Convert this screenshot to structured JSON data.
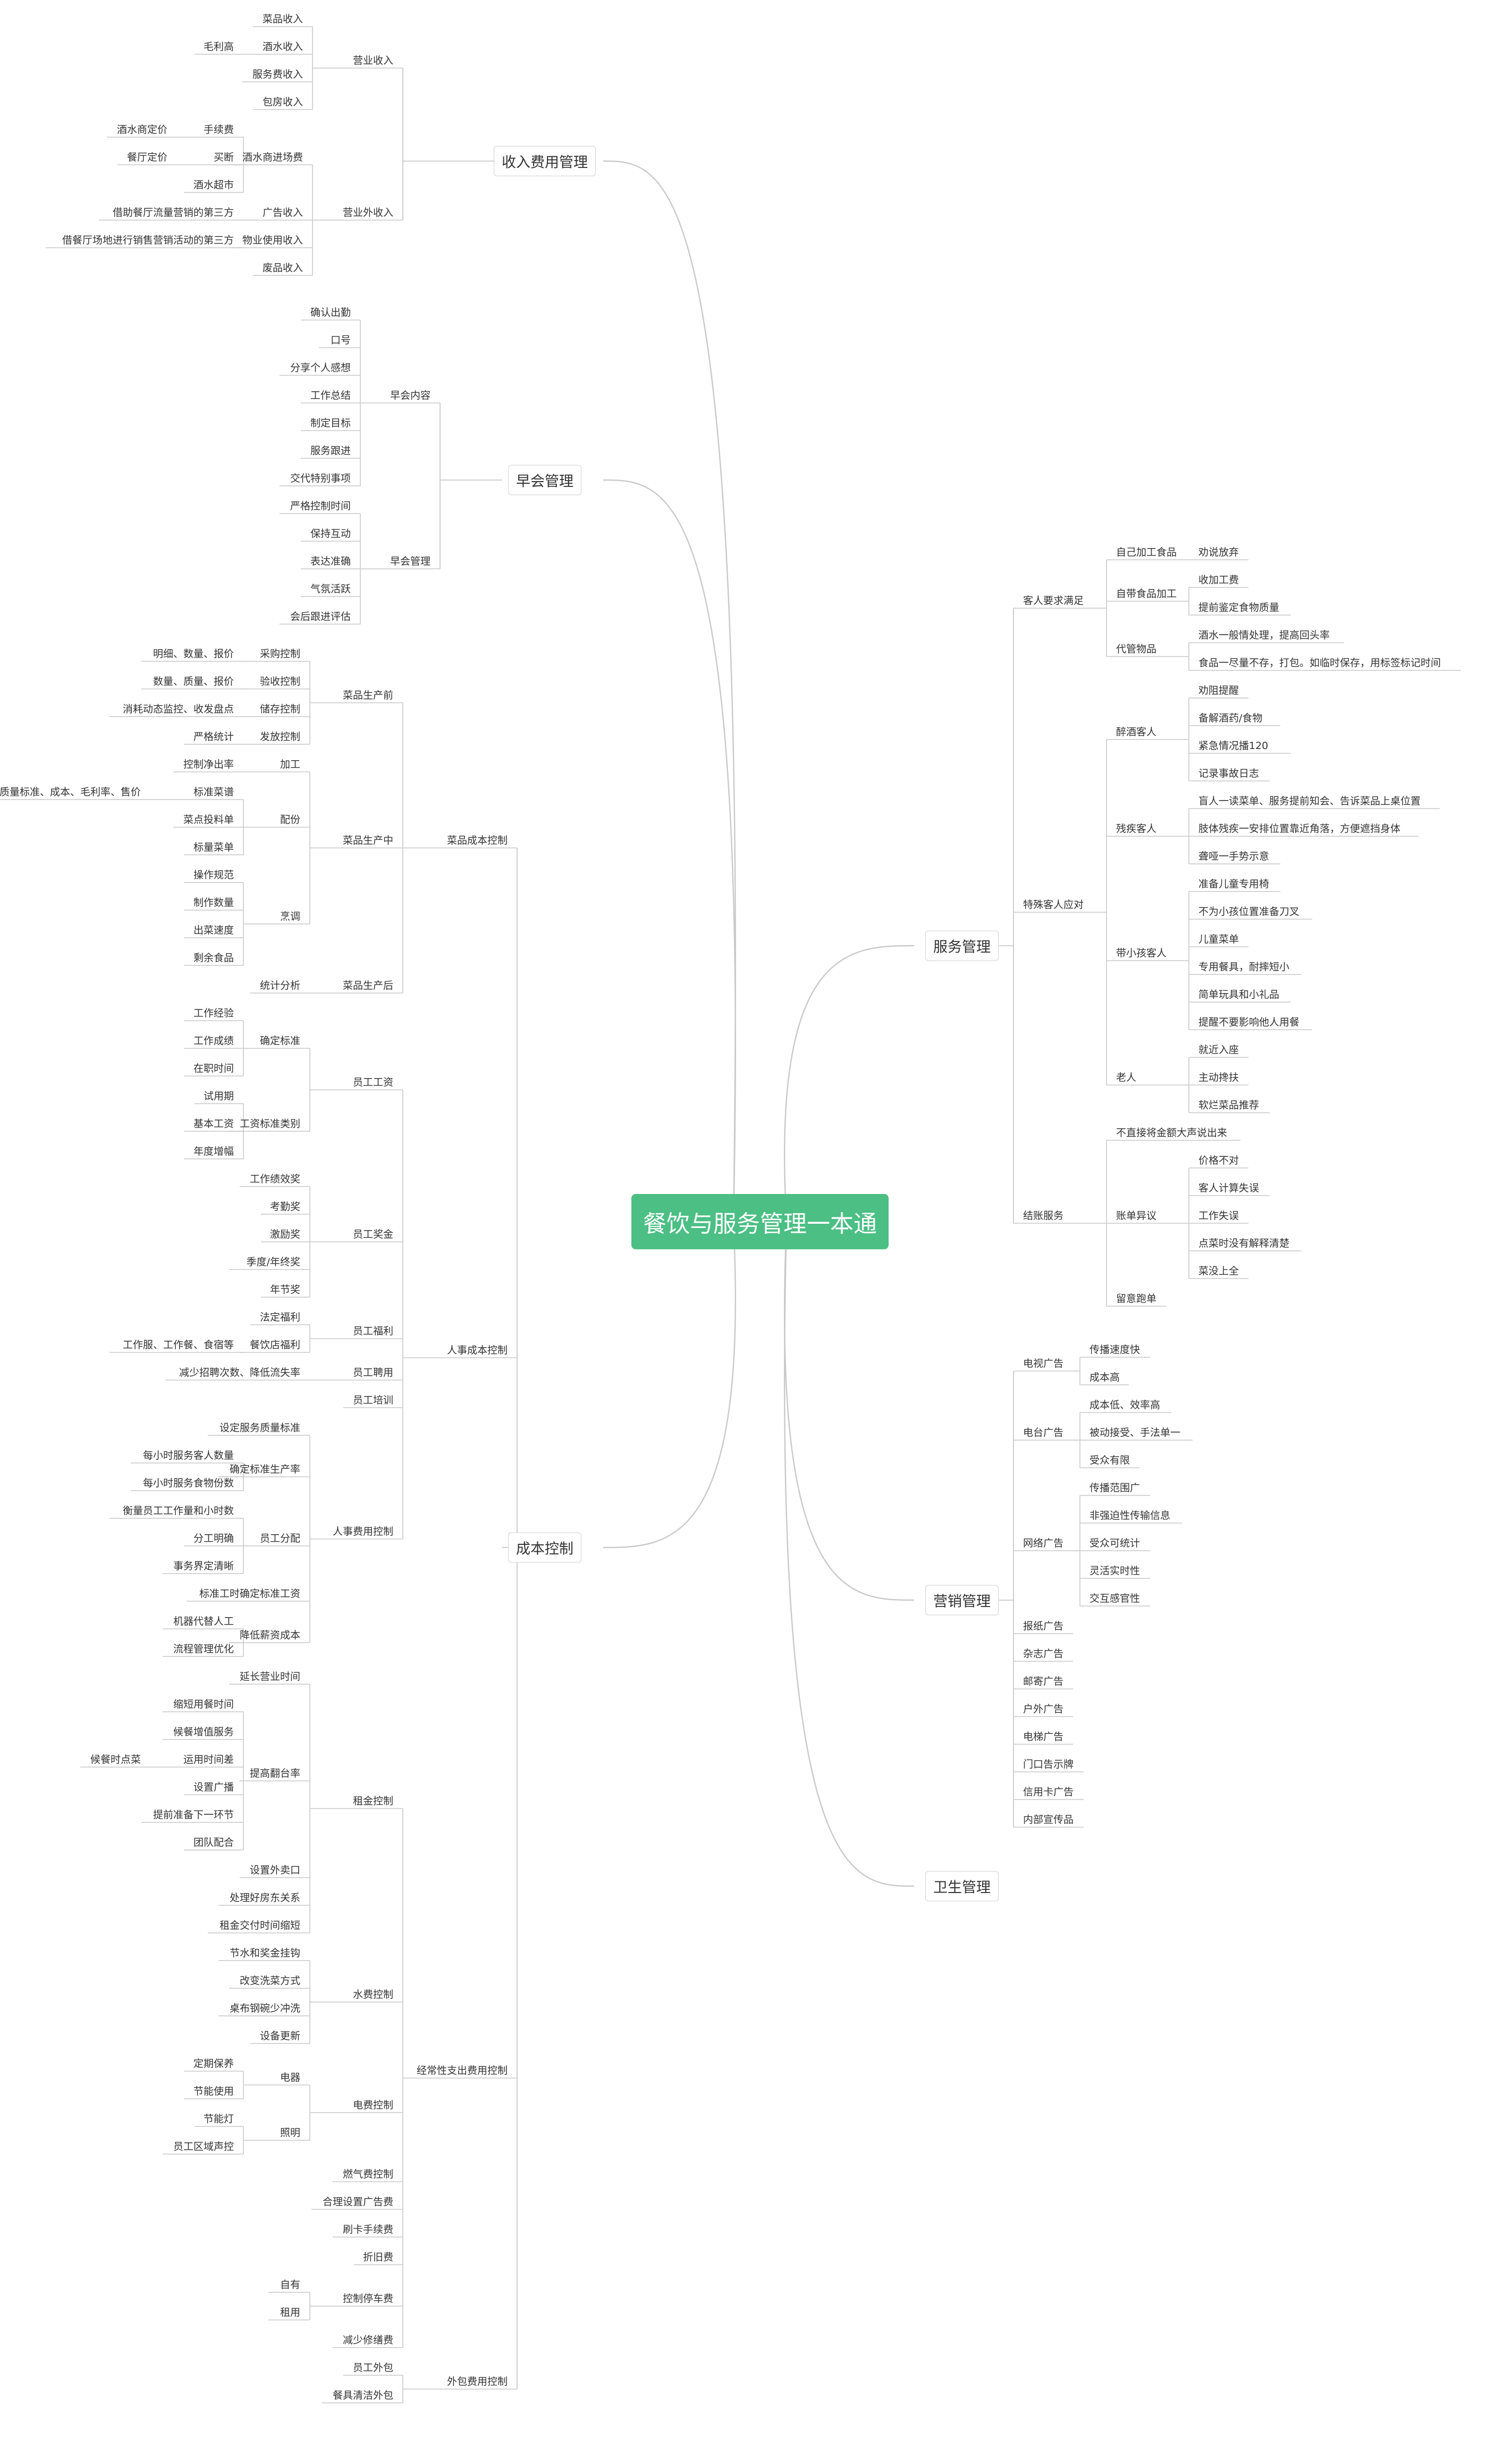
{
  "root": "餐饮与服务管理一本通",
  "branches": [
    {
      "label": "收入费用管理",
      "children": [
        {
          "label": "营业收入",
          "children": [
            {
              "label": "菜品收入"
            },
            {
              "label": "酒水收入",
              "children": [
                {
                  "label": "毛利高"
                }
              ]
            },
            {
              "label": "服务费收入"
            },
            {
              "label": "包房收入"
            }
          ]
        },
        {
          "label": "营业外收入",
          "children": [
            {
              "label": "酒水商进场费",
              "children": [
                {
                  "label": "手续费",
                  "children": [
                    {
                      "label": "酒水商定价"
                    }
                  ]
                },
                {
                  "label": "买断",
                  "children": [
                    {
                      "label": "餐厅定价"
                    }
                  ]
                },
                {
                  "label": "酒水超市"
                }
              ]
            },
            {
              "label": "广告收入",
              "children": [
                {
                  "label": "借助餐厅流量营销的第三方"
                }
              ]
            },
            {
              "label": "物业使用收入",
              "children": [
                {
                  "label": "借餐厅场地进行销售营销活动的第三方"
                }
              ]
            },
            {
              "label": "废品收入"
            }
          ]
        }
      ]
    },
    {
      "label": "早会管理",
      "children": [
        {
          "label": "早会内容",
          "children": [
            {
              "label": "确认出勤"
            },
            {
              "label": "口号"
            },
            {
              "label": "分享个人感想"
            },
            {
              "label": "工作总结"
            },
            {
              "label": "制定目标"
            },
            {
              "label": "服务跟进"
            },
            {
              "label": "交代特别事项"
            }
          ]
        },
        {
          "label": "早会管理",
          "children": [
            {
              "label": "严格控制时间"
            },
            {
              "label": "保持互动"
            },
            {
              "label": "表达准确"
            },
            {
              "label": "气氛活跃"
            },
            {
              "label": "会后跟进评估"
            }
          ]
        }
      ]
    },
    {
      "label": "成本控制",
      "children": [
        {
          "label": "菜品成本控制",
          "children": [
            {
              "label": "菜品生产前",
              "children": [
                {
                  "label": "采购控制",
                  "children": [
                    {
                      "label": "明细、数量、报价"
                    }
                  ]
                },
                {
                  "label": "验收控制",
                  "children": [
                    {
                      "label": "数量、质量、报价"
                    }
                  ]
                },
                {
                  "label": "储存控制",
                  "children": [
                    {
                      "label": "消耗动态监控、收发盘点"
                    }
                  ]
                },
                {
                  "label": "发放控制",
                  "children": [
                    {
                      "label": "严格统计"
                    }
                  ]
                }
              ]
            },
            {
              "label": "菜品生产中",
              "children": [
                {
                  "label": "加工",
                  "children": [
                    {
                      "label": "控制净出率"
                    }
                  ]
                },
                {
                  "label": "配份",
                  "children": [
                    {
                      "label": "标准菜谱",
                      "children": [
                        {
                          "label": "质量标准、成本、毛利率、售价"
                        }
                      ]
                    },
                    {
                      "label": "菜点投料单"
                    },
                    {
                      "label": "标量菜单"
                    }
                  ]
                },
                {
                  "label": "烹调",
                  "children": [
                    {
                      "label": "操作规范"
                    },
                    {
                      "label": "制作数量"
                    },
                    {
                      "label": "出菜速度"
                    },
                    {
                      "label": "剩余食品"
                    }
                  ]
                }
              ]
            },
            {
              "label": "菜品生产后",
              "children": [
                {
                  "label": "统计分析"
                }
              ]
            }
          ]
        },
        {
          "label": "人事成本控制",
          "children": [
            {
              "label": "员工工资",
              "children": [
                {
                  "label": "确定标准",
                  "children": [
                    {
                      "label": "工作经验"
                    },
                    {
                      "label": "工作成绩"
                    },
                    {
                      "label": "在职时间"
                    }
                  ]
                },
                {
                  "label": "工资标准类别",
                  "children": [
                    {
                      "label": "试用期"
                    },
                    {
                      "label": "基本工资"
                    },
                    {
                      "label": "年度增幅"
                    }
                  ]
                }
              ]
            },
            {
              "label": "员工奖金",
              "children": [
                {
                  "label": "工作绩效奖"
                },
                {
                  "label": "考勤奖"
                },
                {
                  "label": "激励奖"
                },
                {
                  "label": "季度/年终奖"
                },
                {
                  "label": "年节奖"
                }
              ]
            },
            {
              "label": "员工福利",
              "children": [
                {
                  "label": "法定福利"
                },
                {
                  "label": "餐饮店福利",
                  "children": [
                    {
                      "label": "工作服、工作餐、食宿等"
                    }
                  ]
                }
              ]
            },
            {
              "label": "员工聘用",
              "children": [
                {
                  "label": "减少招聘次数、降低流失率"
                }
              ]
            },
            {
              "label": "员工培训"
            },
            {
              "label": "人事费用控制",
              "children": [
                {
                  "label": "设定服务质量标准"
                },
                {
                  "label": "确定标准生产率",
                  "children": [
                    {
                      "label": "每小时服务客人数量"
                    },
                    {
                      "label": "每小时服务食物份数"
                    }
                  ]
                },
                {
                  "label": "员工分配",
                  "children": [
                    {
                      "label": "衡量员工工作量和小时数"
                    },
                    {
                      "label": "分工明确"
                    },
                    {
                      "label": "事务界定清晰"
                    }
                  ]
                },
                {
                  "label": "标准工时确定标准工资"
                },
                {
                  "label": "降低薪资成本",
                  "children": [
                    {
                      "label": "机器代替人工"
                    },
                    {
                      "label": "流程管理优化"
                    }
                  ]
                }
              ]
            }
          ]
        },
        {
          "label": "经常性支出费用控制",
          "children": [
            {
              "label": "租金控制",
              "children": [
                {
                  "label": "延长营业时间"
                },
                {
                  "label": "提高翻台率",
                  "children": [
                    {
                      "label": "缩短用餐时间"
                    },
                    {
                      "label": "候餐增值服务"
                    },
                    {
                      "label": "运用时间差",
                      "children": [
                        {
                          "label": "候餐时点菜"
                        }
                      ]
                    },
                    {
                      "label": "设置广播"
                    },
                    {
                      "label": "提前准备下一环节"
                    },
                    {
                      "label": "团队配合"
                    }
                  ]
                },
                {
                  "label": "设置外卖口"
                },
                {
                  "label": "处理好房东关系"
                },
                {
                  "label": "租金交付时间缩短"
                }
              ]
            },
            {
              "label": "水费控制",
              "children": [
                {
                  "label": "节水和奖金挂钩"
                },
                {
                  "label": "改变洗菜方式"
                },
                {
                  "label": "桌布钢碗少冲洗"
                },
                {
                  "label": "设备更新"
                }
              ]
            },
            {
              "label": "电费控制",
              "children": [
                {
                  "label": "电器",
                  "children": [
                    {
                      "label": "定期保养"
                    },
                    {
                      "label": "节能使用"
                    }
                  ]
                },
                {
                  "label": "照明",
                  "children": [
                    {
                      "label": "节能灯"
                    },
                    {
                      "label": "员工区域声控"
                    }
                  ]
                }
              ]
            },
            {
              "label": "燃气费控制"
            },
            {
              "label": "合理设置广告费"
            },
            {
              "label": "刷卡手续费"
            },
            {
              "label": "折旧费"
            },
            {
              "label": "控制停车费",
              "children": [
                {
                  "label": "自有"
                },
                {
                  "label": "租用"
                }
              ]
            },
            {
              "label": "减少修缮费"
            }
          ]
        },
        {
          "label": "外包费用控制",
          "children": [
            {
              "label": "员工外包"
            },
            {
              "label": "餐具清洁外包"
            }
          ]
        }
      ]
    },
    {
      "label": "服务管理",
      "children": [
        {
          "label": "客人要求满足",
          "children": [
            {
              "label": "自己加工食品",
              "children": [
                {
                  "label": "劝说放弃"
                }
              ]
            },
            {
              "label": "自带食品加工",
              "children": [
                {
                  "label": "收加工费"
                },
                {
                  "label": "提前鉴定食物质量"
                }
              ]
            },
            {
              "label": "代管物品",
              "children": [
                {
                  "label": "酒水一般情处理，提高回头率"
                },
                {
                  "label": "食品一尽量不存，打包。如临时保存，用标签标记时间"
                }
              ]
            }
          ]
        },
        {
          "label": "特殊客人应对",
          "children": [
            {
              "label": "醉酒客人",
              "children": [
                {
                  "label": "劝阻提醒"
                },
                {
                  "label": "备解酒药/食物"
                },
                {
                  "label": "紧急情况播120"
                },
                {
                  "label": "记录事故日志"
                }
              ]
            },
            {
              "label": "残疾客人",
              "children": [
                {
                  "label": "盲人一读菜单、服务提前知会、告诉菜品上桌位置"
                },
                {
                  "label": "肢体残疾一安排位置靠近角落，方便遮挡身体"
                },
                {
                  "label": "聋哑一手势示意"
                }
              ]
            },
            {
              "label": "带小孩客人",
              "children": [
                {
                  "label": "准备儿童专用椅"
                },
                {
                  "label": "不为小孩位置准备刀叉"
                },
                {
                  "label": "儿童菜单"
                },
                {
                  "label": "专用餐具，耐摔短小"
                },
                {
                  "label": "简单玩具和小礼品"
                },
                {
                  "label": "提醒不要影响他人用餐"
                }
              ]
            },
            {
              "label": "老人",
              "children": [
                {
                  "label": "就近入座"
                },
                {
                  "label": "主动搀扶"
                },
                {
                  "label": "软烂菜品推荐"
                }
              ]
            }
          ]
        },
        {
          "label": "结账服务",
          "children": [
            {
              "label": "不直接将金额大声说出来"
            },
            {
              "label": "账单异议",
              "children": [
                {
                  "label": "价格不对"
                },
                {
                  "label": "客人计算失误"
                },
                {
                  "label": "工作失误"
                },
                {
                  "label": "点菜时没有解释清楚"
                },
                {
                  "label": "菜没上全"
                }
              ]
            },
            {
              "label": "留意跑单"
            }
          ]
        }
      ]
    },
    {
      "label": "营销管理",
      "children": [
        {
          "label": "电视广告",
          "children": [
            {
              "label": "传播速度快"
            },
            {
              "label": "成本高"
            }
          ]
        },
        {
          "label": "电台广告",
          "children": [
            {
              "label": "成本低、效率高"
            },
            {
              "label": "被动接受、手法单一"
            },
            {
              "label": "受众有限"
            }
          ]
        },
        {
          "label": "网络广告",
          "children": [
            {
              "label": "传播范围广"
            },
            {
              "label": "非强迫性传输信息"
            },
            {
              "label": "受众可统计"
            },
            {
              "label": "灵活实时性"
            },
            {
              "label": "交互感官性"
            }
          ]
        },
        {
          "label": "报纸广告"
        },
        {
          "label": "杂志广告"
        },
        {
          "label": "邮寄广告"
        },
        {
          "label": "户外广告"
        },
        {
          "label": "电梯广告"
        },
        {
          "label": "门口告示牌"
        },
        {
          "label": "信用卡广告"
        },
        {
          "label": "内部宣传品"
        }
      ]
    },
    {
      "label": "卫生管理"
    }
  ],
  "colors": {
    "line": "#c9c9c9",
    "root_bg": "#4bbf84",
    "root_text": "#ffffff",
    "text": "#333333",
    "box_border": "#cfcfcf"
  }
}
